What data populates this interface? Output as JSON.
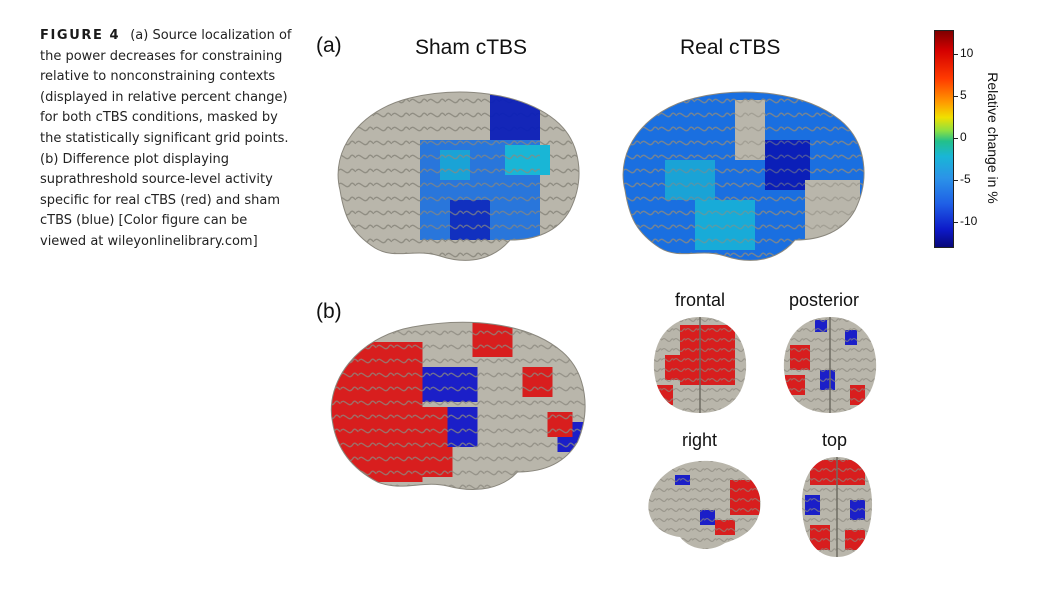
{
  "caption": {
    "figure_label": "FIGURE 4",
    "text": "(a) Source localization of the power decreases for constraining relative to nonconstraining contexts (displayed in relative percent change) for both cTBS conditions, masked by the statistically significant grid points. (b) Difference plot displaying suprathreshold source-level activity specific for real cTBS (red) and sham cTBS (blue) [Color figure can be viewed at wileyonlinelibrary.com]"
  },
  "panel_a": {
    "label": "(a)",
    "conditions": [
      "Sham cTBS",
      "Real cTBS"
    ]
  },
  "panel_b": {
    "label": "(b)",
    "views": [
      "frontal",
      "posterior",
      "right",
      "top"
    ]
  },
  "colorbar": {
    "title": "Relative change in %",
    "ticks": [
      "10",
      "5",
      "0",
      "-5",
      "-10"
    ],
    "range": [
      -13,
      13
    ],
    "colors": [
      "#7f0000",
      "#ff3a00",
      "#f0e000",
      "#23c08a",
      "#2b93e8",
      "#0d19c8",
      "#08087a"
    ]
  },
  "colors": {
    "cortex": "#b9b6ab",
    "real": "#d81e1e",
    "sham": "#1b1fc8",
    "decrease_light": "#1aa3d6",
    "decrease_mid": "#1a6fe0",
    "decrease_dark": "#0b1fb8"
  }
}
